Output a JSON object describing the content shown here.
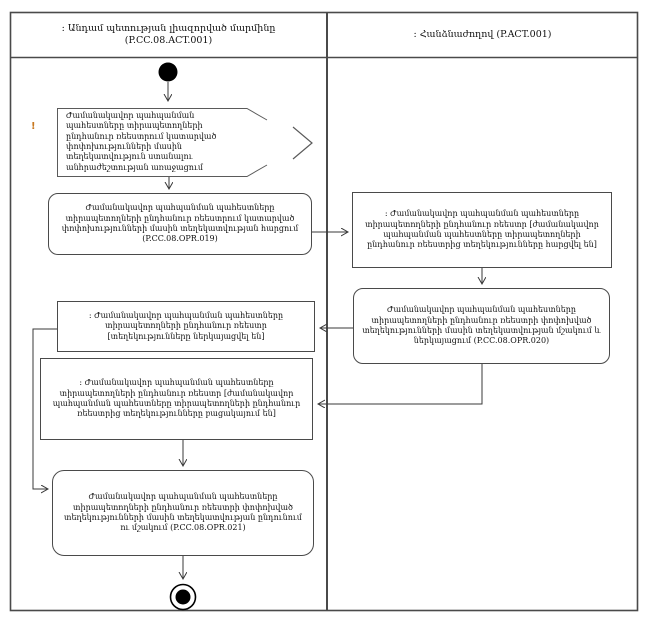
{
  "header": {
    "left_lane": ": Անդամ պետության լիազորված մարմինը (P.CC.08.ACT.001)",
    "right_lane": ": Հանձնաժողով (P.ACT.001)"
  },
  "nodes": {
    "start_event": "Ժամանակավոր պահպանման պահեստները տիրապետողների ընդհանուր ռեեստրում կատարված փոփոխությունների մասին տեղեկատվություն ստանալու անհրաժեշտության առաջացում",
    "warning_mark": "!",
    "action_opr019": "Ժամանակավոր պահպանման պահեստները տիրապետողների ընդհանուր ռեեստրում կատարված փոփոխությունների մասին տեղեկատվության հարցում (P.CC.08.OPR.019)",
    "object_requested": ": Ժամանակավոր պահպանման պահեստները տիրապետողների ընդհանուր ռեեստր [ժամանակավոր պահպանման պահեստները տիրապետողների ընդհանուր ռեեստրից տեղեկությունները հարցվել են]",
    "action_opr020": "Ժամանակավոր պահպանման պահեստները տիրապետողների ընդհանուր ռեեստրի փոփոխված տեղեկությունների մասին տեղեկատվության մշակում և ներկայացում (P.CC.08.OPR.020)",
    "object_presented": ": Ժամանակավոր պահպանման պահեստները տիրապետողների ընդհանուր ռեեստր [տեղեկությունները ներկայացվել են]",
    "object_missing": ": Ժամանակավոր պահպանման պահեստները տիրապետողների ընդհանուր ռեեստր [ժամանակավոր պահպանման պահեստները տիրապետողների ընդհանուր ռեեստրից տեղեկությունները բացակայում են]",
    "action_opr021": "Ժամանակավոր պահպանման պահեստները տիրապետողների ընդհանուր ռեեստրի փոփոխված տեղեկությունների մասին տեղեկատվության ընդունում ու մշակում (P.CC.08.OPR.021)"
  },
  "colors": {
    "line": "#3a3a3a",
    "border": "#4a4a4a",
    "warning": "#c87820",
    "node_fill": "#ffffff"
  }
}
